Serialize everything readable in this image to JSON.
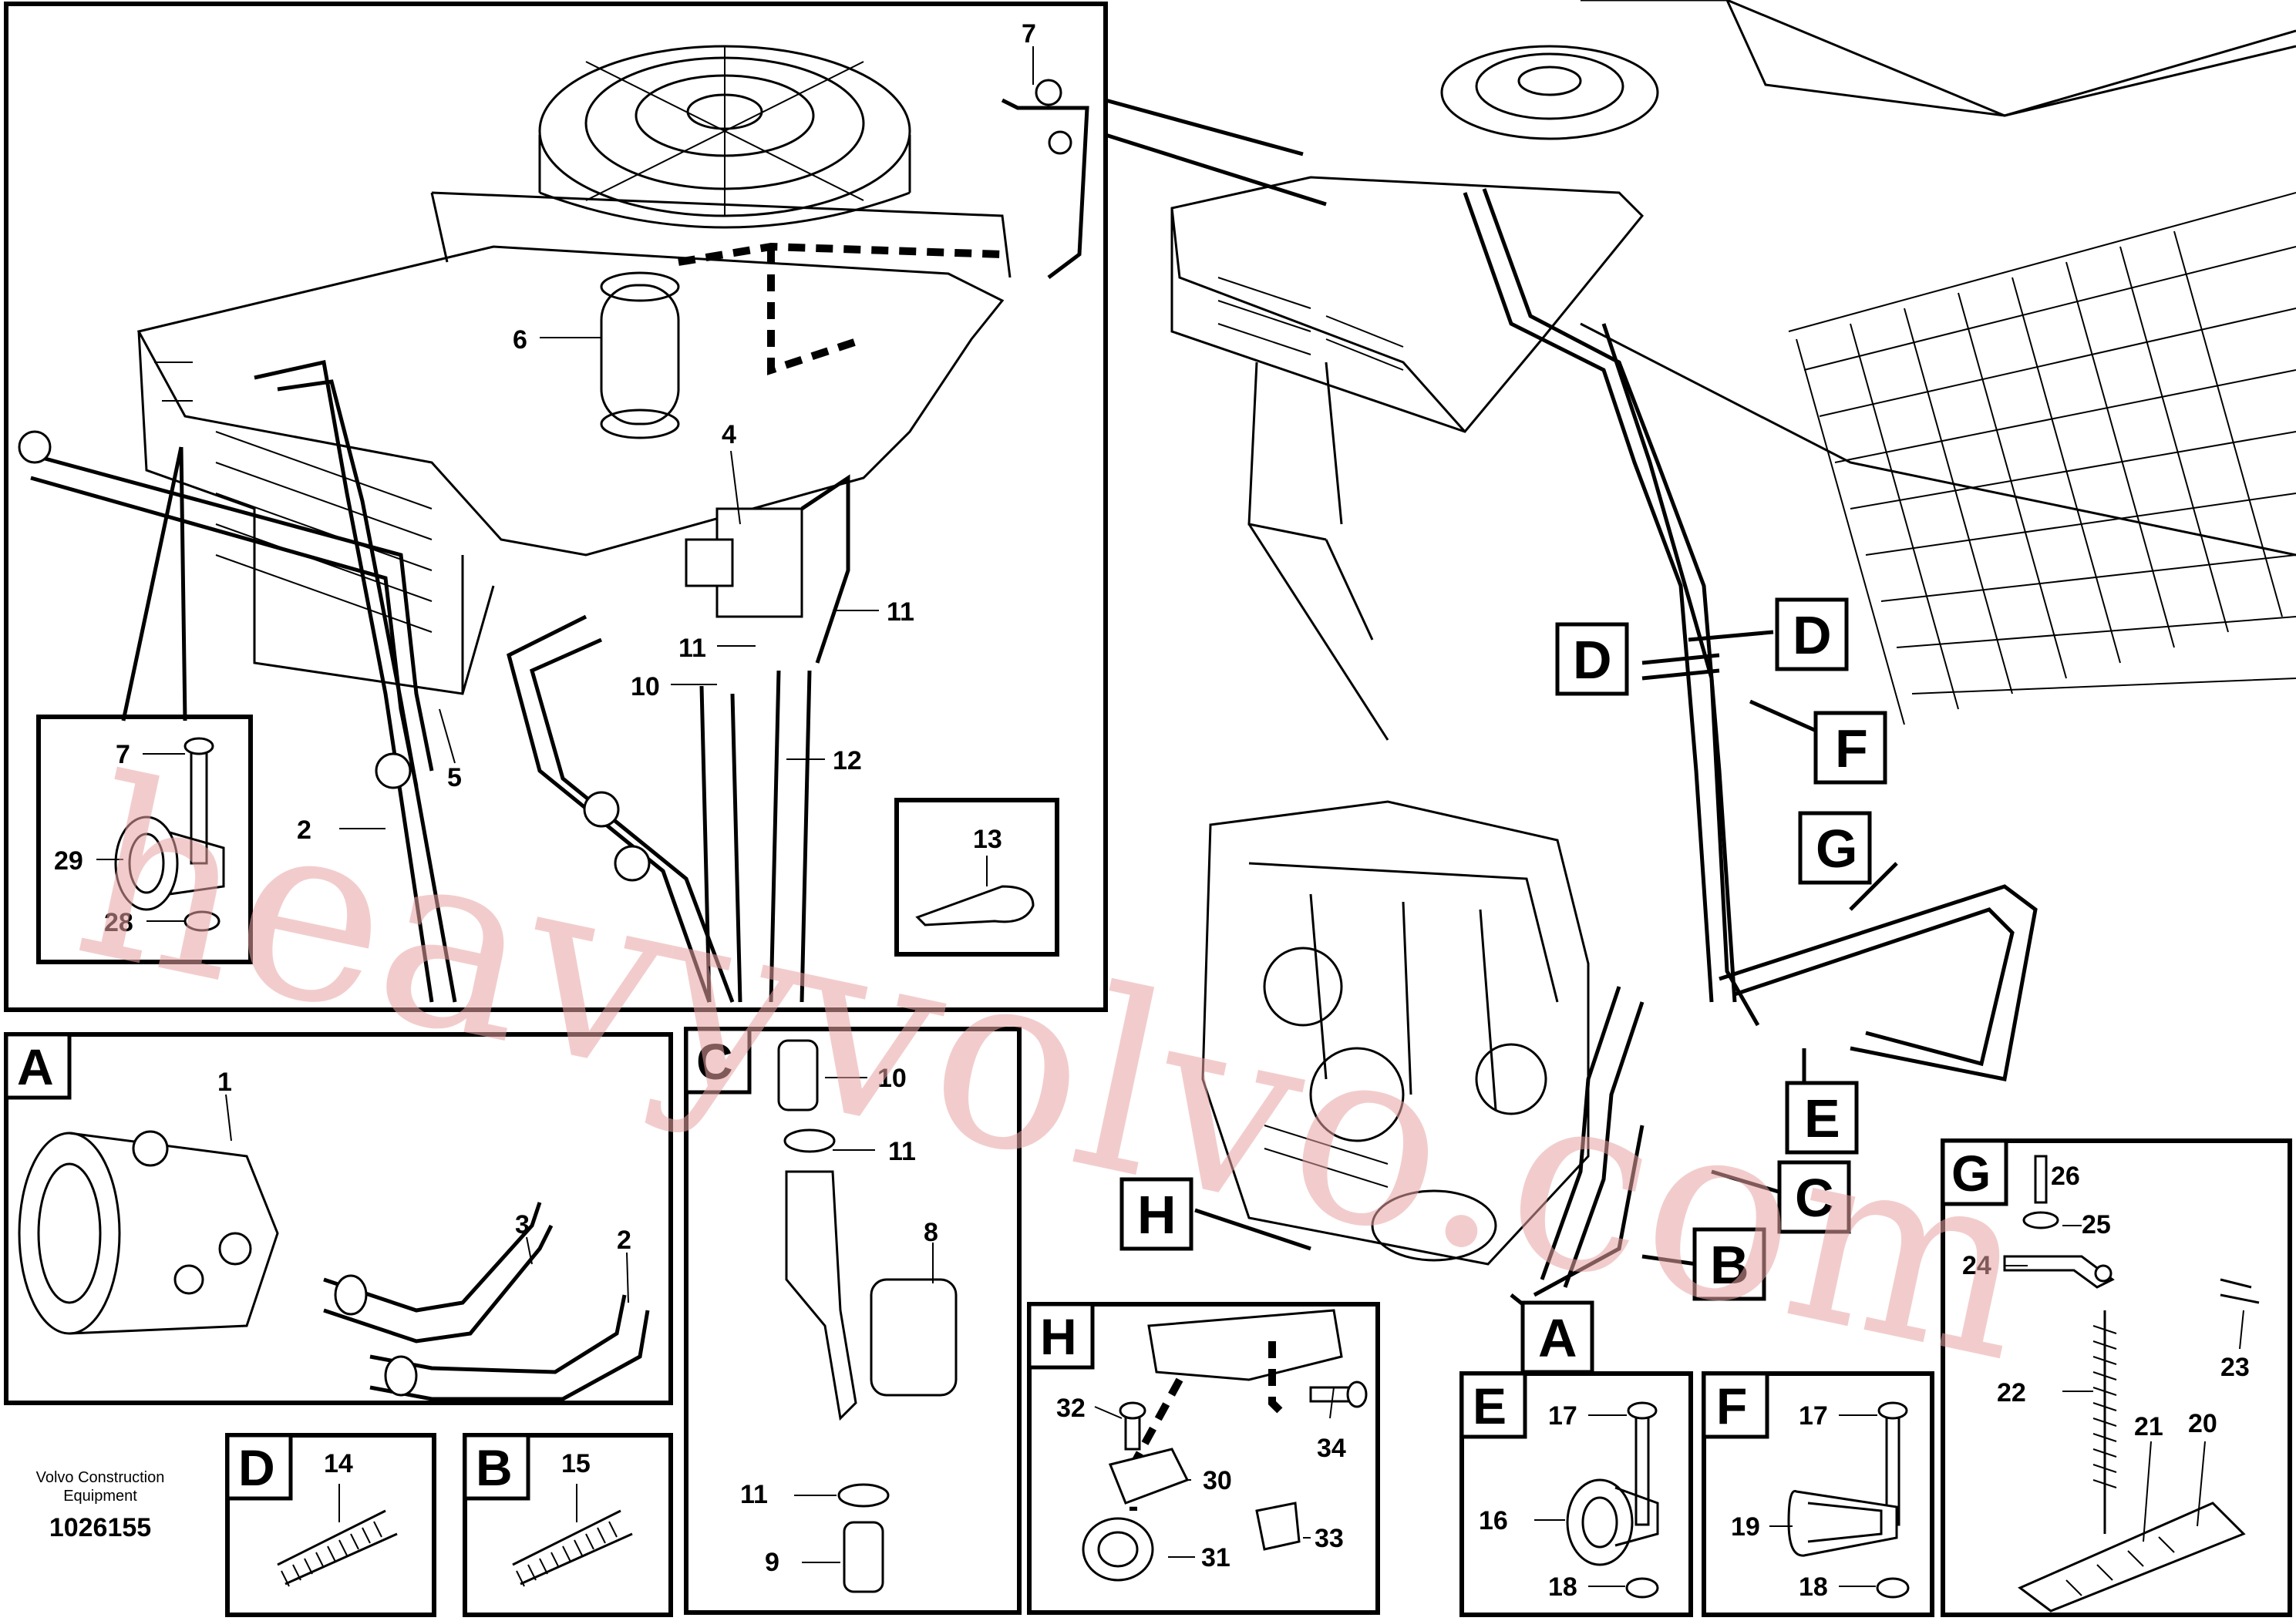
{
  "main_view": {
    "part_labels": [
      "7",
      "6",
      "4",
      "11",
      "11",
      "10",
      "12",
      "5",
      "2"
    ],
    "inset_fastener_labels": [
      "7",
      "29",
      "28"
    ],
    "inset_13_label": "13"
  },
  "machine_view": {
    "tags": [
      "D",
      "D",
      "F",
      "G",
      "E",
      "C",
      "B",
      "A",
      "H"
    ]
  },
  "detail_a": {
    "letter": "A",
    "labels": [
      "1",
      "3",
      "2"
    ]
  },
  "detail_c": {
    "letter": "C",
    "labels": [
      "10",
      "11",
      "8",
      "11",
      "9"
    ]
  },
  "detail_d": {
    "letter": "D",
    "labels": [
      "14"
    ]
  },
  "detail_b": {
    "letter": "B",
    "labels": [
      "15"
    ]
  },
  "detail_h": {
    "letter": "H",
    "labels": [
      "32",
      "34",
      "30",
      "31",
      "33"
    ]
  },
  "detail_e": {
    "letter": "E",
    "labels": [
      "17",
      "16",
      "18"
    ]
  },
  "detail_f": {
    "letter": "F",
    "labels": [
      "17",
      "19",
      "18"
    ]
  },
  "detail_g": {
    "letter": "G",
    "labels": [
      "26",
      "25",
      "24",
      "23",
      "22",
      "21",
      "20"
    ]
  },
  "footer": {
    "brand_line1": "Volvo Construction",
    "brand_line2": "Equipment",
    "code": "1026155"
  },
  "watermark": "heavyvolvo.com"
}
